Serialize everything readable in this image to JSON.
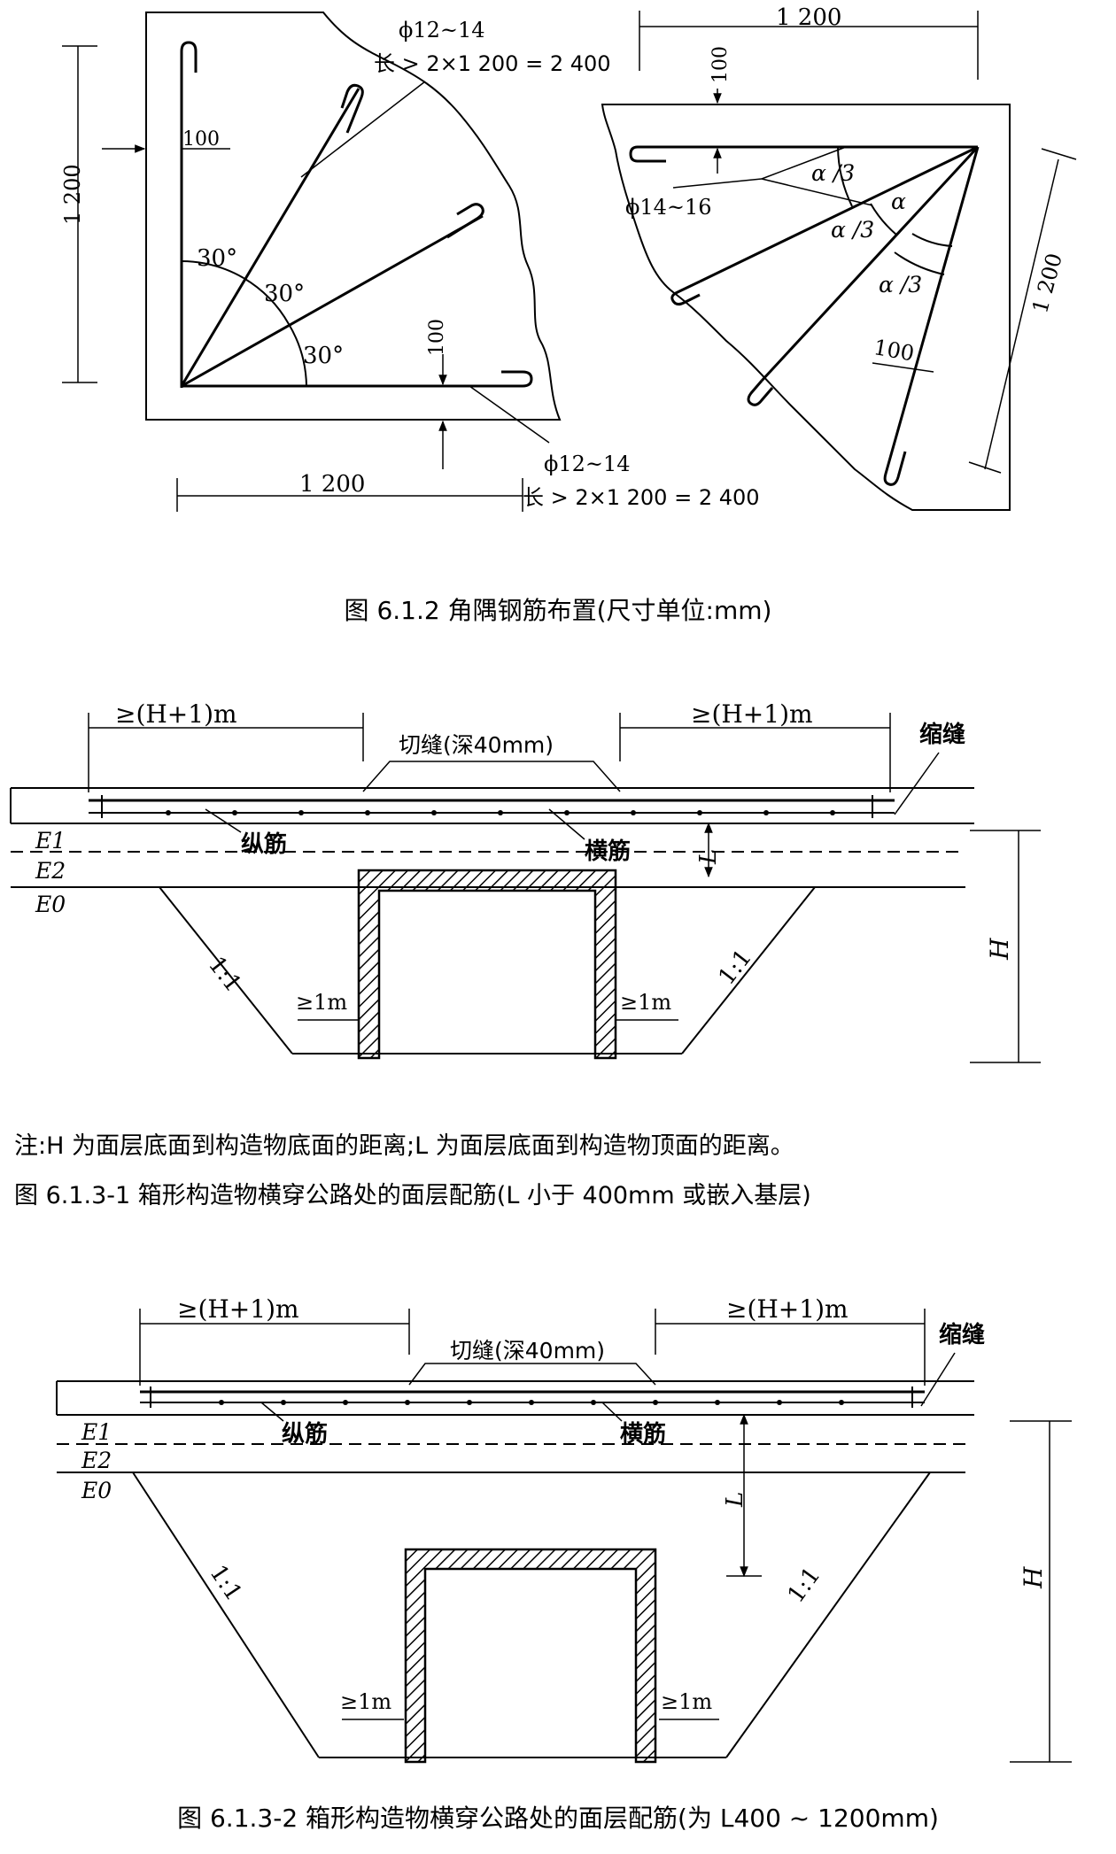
{
  "fig1": {
    "caption": "图 6.1.2   角隅钢筋布置(尺寸单位:mm)",
    "left": {
      "dim_vertical": "1 200",
      "dim_horizontal": "1 200",
      "cover_top": "100",
      "cover_bottom": "100",
      "angle1": "30°",
      "angle2": "30°",
      "angle3": "30°",
      "bar_spec_top": "ϕ12~14",
      "bar_len_top": "长 > 2×1 200 = 2 400",
      "bar_spec_bottom": "ϕ12~14",
      "bar_len_bottom": "长 > 2×1 200 = 2 400"
    },
    "right": {
      "dim_top": "1 200",
      "dim_right": "1 200",
      "cover_top": "100",
      "cover_side": "100",
      "bar_spec": "ϕ14~16",
      "angle_a3_1": "α /3",
      "angle_a3_2": "α /3",
      "angle_a3_3": "α /3",
      "angle_a": "α"
    }
  },
  "fig2": {
    "caption": "图 6.1.3-1   箱形构造物横穿公路处的面层配筋(L 小于 400mm 或嵌入基层)",
    "note": "注:H 为面层底面到构造物底面的距离;L 为面层底面到构造物顶面的距离。",
    "dim_left": "≥(H+1)m",
    "dim_right": "≥(H+1)m",
    "cut_joint": "切缝(深40mm)",
    "shrink_joint": "缩缝",
    "long_bar": "纵筋",
    "trans_bar": "横筋",
    "layer_e1": "E1",
    "layer_e2": "E2",
    "layer_e0": "E0",
    "dim_L": "L",
    "dim_H": "H",
    "slope_left": "1:1",
    "slope_right": "1:1",
    "clear_left": "≥1m",
    "clear_right": "≥1m"
  },
  "fig3": {
    "caption": "图 6.1.3-2   箱形构造物横穿公路处的面层配筋(为 L400 ~ 1200mm)",
    "dim_left": "≥(H+1)m",
    "dim_right": "≥(H+1)m",
    "cut_joint": "切缝(深40mm)",
    "shrink_joint": "缩缝",
    "long_bar": "纵筋",
    "trans_bar": "横筋",
    "layer_e1": "E1",
    "layer_e2": "E2",
    "layer_e0": "E0",
    "dim_L": "L",
    "dim_H": "H",
    "slope_left": "1:1",
    "slope_right": "1:1",
    "clear_left": "≥1m",
    "clear_right": "≥1m"
  }
}
